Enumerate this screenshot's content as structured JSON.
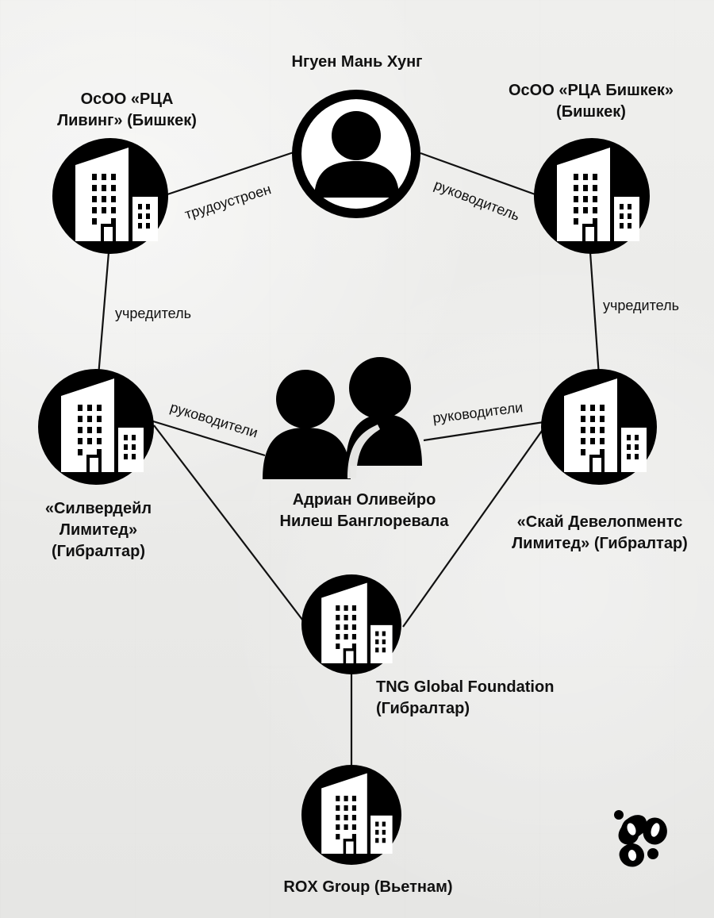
{
  "nodes": {
    "center_person": {
      "name": "Нгуен Мань Хунг"
    },
    "left_top_company": {
      "line1": "ОсОО «РЦА",
      "line2": "Ливинг» (Бишкек)"
    },
    "right_top_company": {
      "line1": "ОсОО «РЦА Бишкек»",
      "line2": "(Бишкек)"
    },
    "left_mid_company": {
      "line1": "«Силвердейл",
      "line2": "Лимитед»",
      "line3": "(Гибралтар)"
    },
    "right_mid_company": {
      "line1": "«Скай Девелопментс",
      "line2": "Лимитед» (Гибралтар)"
    },
    "people_pair": {
      "line1": "Адриан Оливейро",
      "line2": "Нилеш Банглоревала"
    },
    "tng": {
      "line1": "TNG Global Foundation",
      "line2": "(Гибралтар)"
    },
    "rox": {
      "name": "ROX Group (Вьетнам)"
    }
  },
  "relations": {
    "employed": "трудоустроен",
    "manager": "руководитель",
    "founder_left": "учредитель",
    "founder_right": "учредитель",
    "managers_left": "руководители",
    "managers_right": "руководители"
  },
  "colors": {
    "node": "#000000",
    "paper": "#ecece9",
    "icon": "#ffffff"
  }
}
